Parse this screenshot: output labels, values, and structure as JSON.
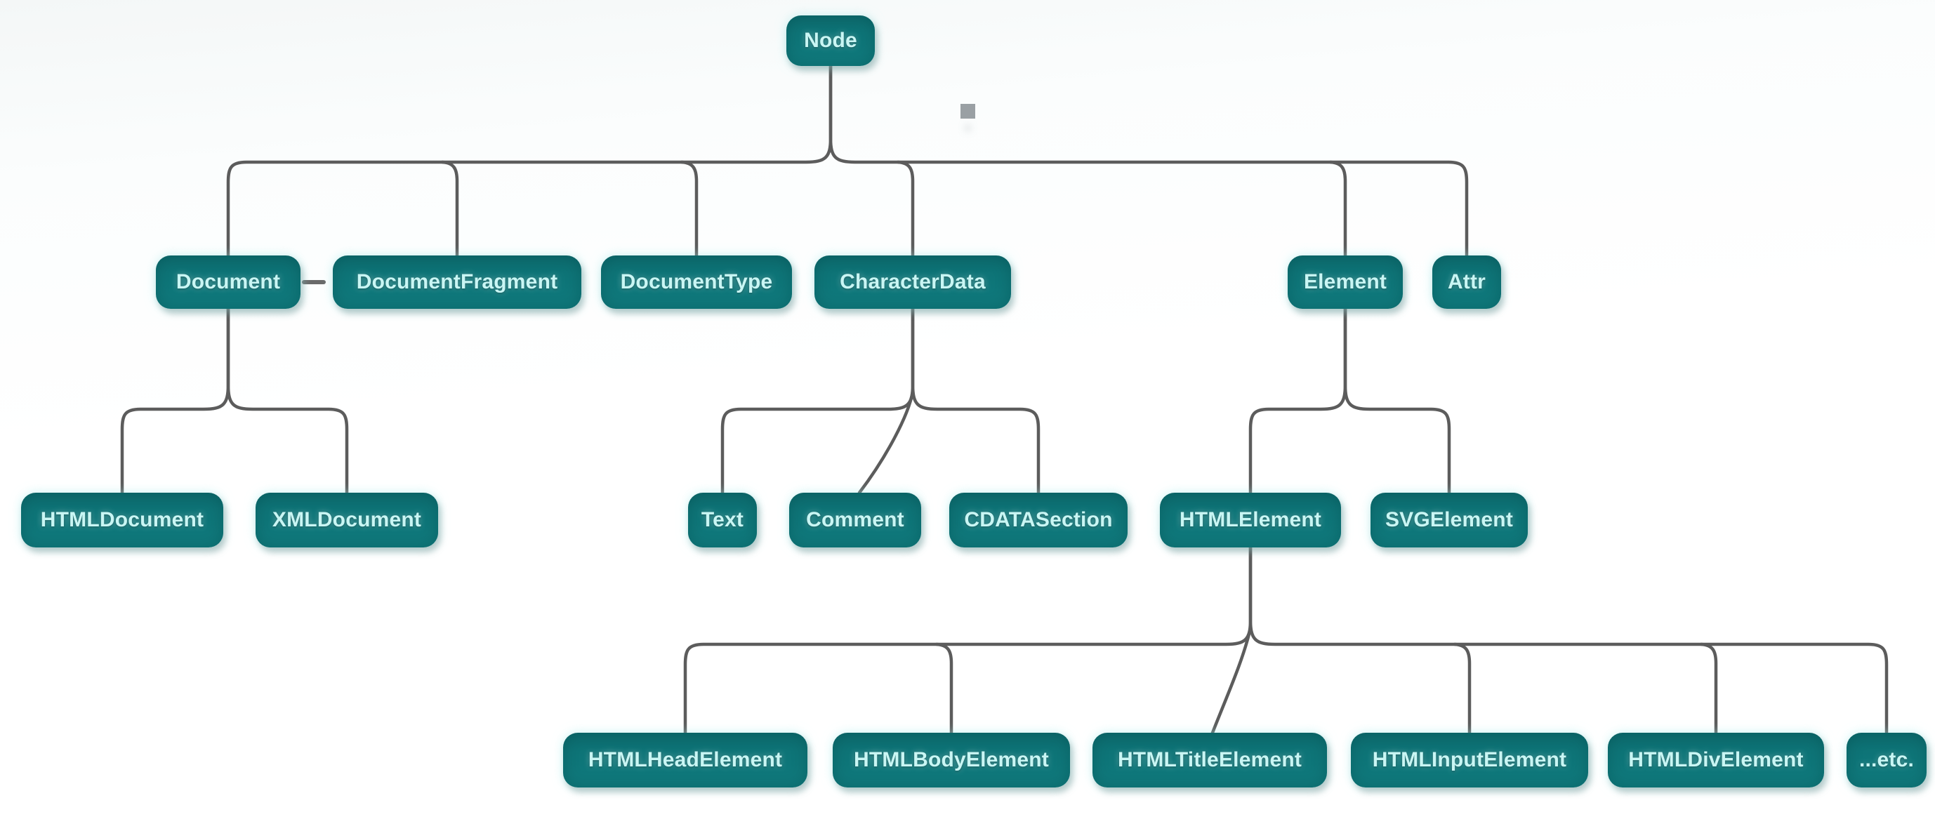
{
  "diagram": {
    "type": "tree",
    "nodes": [
      {
        "id": "node",
        "label": "Node"
      },
      {
        "id": "document",
        "label": "Document"
      },
      {
        "id": "documentfragment",
        "label": "DocumentFragment"
      },
      {
        "id": "documenttype",
        "label": "DocumentType"
      },
      {
        "id": "characterdata",
        "label": "CharacterData"
      },
      {
        "id": "element",
        "label": "Element"
      },
      {
        "id": "attr",
        "label": "Attr"
      },
      {
        "id": "htmldocument",
        "label": "HTMLDocument"
      },
      {
        "id": "xmldocument",
        "label": "XMLDocument"
      },
      {
        "id": "text",
        "label": "Text"
      },
      {
        "id": "comment",
        "label": "Comment"
      },
      {
        "id": "cdatasection",
        "label": "CDATASection"
      },
      {
        "id": "htmlelement",
        "label": "HTMLElement"
      },
      {
        "id": "svgelement",
        "label": "SVGElement"
      },
      {
        "id": "htmlheadelement",
        "label": "HTMLHeadElement"
      },
      {
        "id": "htmlbodyelement",
        "label": "HTMLBodyElement"
      },
      {
        "id": "htmltitleelement",
        "label": "HTMLTitleElement"
      },
      {
        "id": "htmlinputelement",
        "label": "HTMLInputElement"
      },
      {
        "id": "htmldivelement",
        "label": "HTMLDivElement"
      },
      {
        "id": "etc",
        "label": "...etc."
      }
    ],
    "edges": [
      [
        "node",
        "document"
      ],
      [
        "node",
        "documentfragment"
      ],
      [
        "node",
        "documenttype"
      ],
      [
        "node",
        "characterdata"
      ],
      [
        "node",
        "element"
      ],
      [
        "node",
        "attr"
      ],
      [
        "document",
        "htmldocument"
      ],
      [
        "document",
        "xmldocument"
      ],
      [
        "characterdata",
        "text"
      ],
      [
        "characterdata",
        "comment"
      ],
      [
        "characterdata",
        "cdatasection"
      ],
      [
        "element",
        "htmlelement"
      ],
      [
        "element",
        "svgelement"
      ],
      [
        "htmlelement",
        "htmlheadelement"
      ],
      [
        "htmlelement",
        "htmlbodyelement"
      ],
      [
        "htmlelement",
        "htmltitleelement"
      ],
      [
        "htmlelement",
        "htmlinputelement"
      ],
      [
        "htmlelement",
        "htmldivelement"
      ],
      [
        "htmlelement",
        "etc"
      ]
    ],
    "colors": {
      "box_fill": "#0e7477",
      "box_text": "#c9f6f4",
      "connector": "#5c5c5c",
      "handle_square": "#9aa0a4",
      "background": "#ffffff"
    }
  }
}
